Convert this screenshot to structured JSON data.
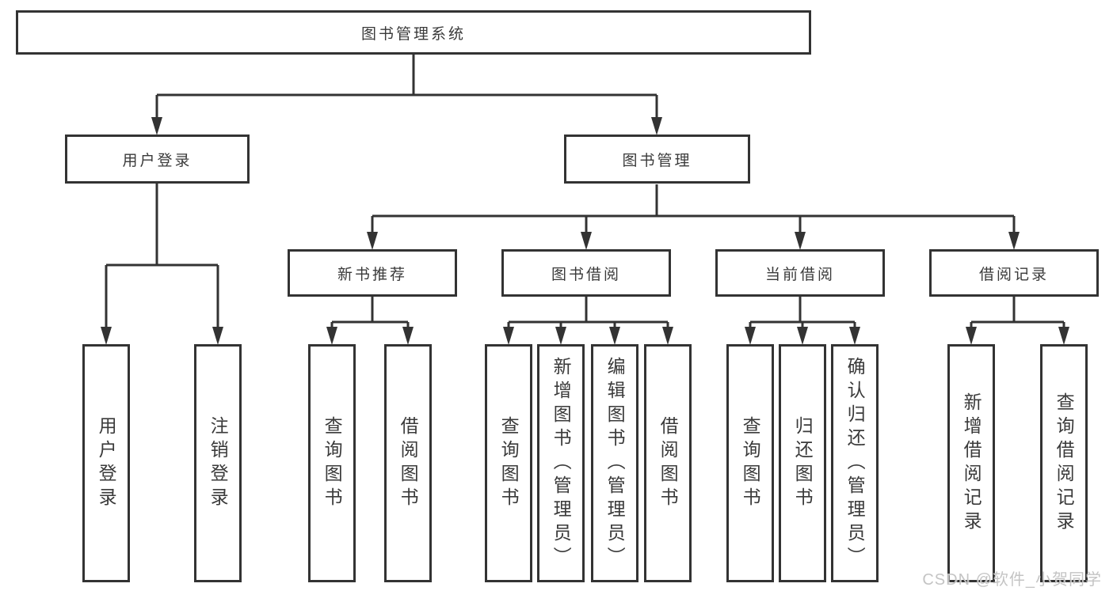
{
  "diagram": {
    "root": {
      "label": "图书管理系统"
    },
    "branches": [
      {
        "label": "用户登录",
        "children": [
          {
            "label": "用户登录"
          },
          {
            "label": "注销登录"
          }
        ]
      },
      {
        "label": "图书管理",
        "children": [
          {
            "label": "新书推荐",
            "children": [
              {
                "label": "查询图书"
              },
              {
                "label": "借阅图书"
              }
            ]
          },
          {
            "label": "图书借阅",
            "children": [
              {
                "label": "查询图书"
              },
              {
                "label": "新增图书（管理员）"
              },
              {
                "label": "编辑图书（管理员）"
              },
              {
                "label": "借阅图书"
              }
            ]
          },
          {
            "label": "当前借阅",
            "children": [
              {
                "label": "查询图书"
              },
              {
                "label": "归还图书"
              },
              {
                "label": "确认归还（管理员）"
              }
            ]
          },
          {
            "label": "借阅记录",
            "children": [
              {
                "label": "新增借阅记录"
              },
              {
                "label": "查询借阅记录"
              }
            ]
          }
        ]
      }
    ]
  },
  "colors": {
    "line": "#333333",
    "text": "#3a3a3a",
    "watermark": "#c1c1c1"
  },
  "watermark": {
    "text": "CSDN @软件_小贺同学"
  }
}
